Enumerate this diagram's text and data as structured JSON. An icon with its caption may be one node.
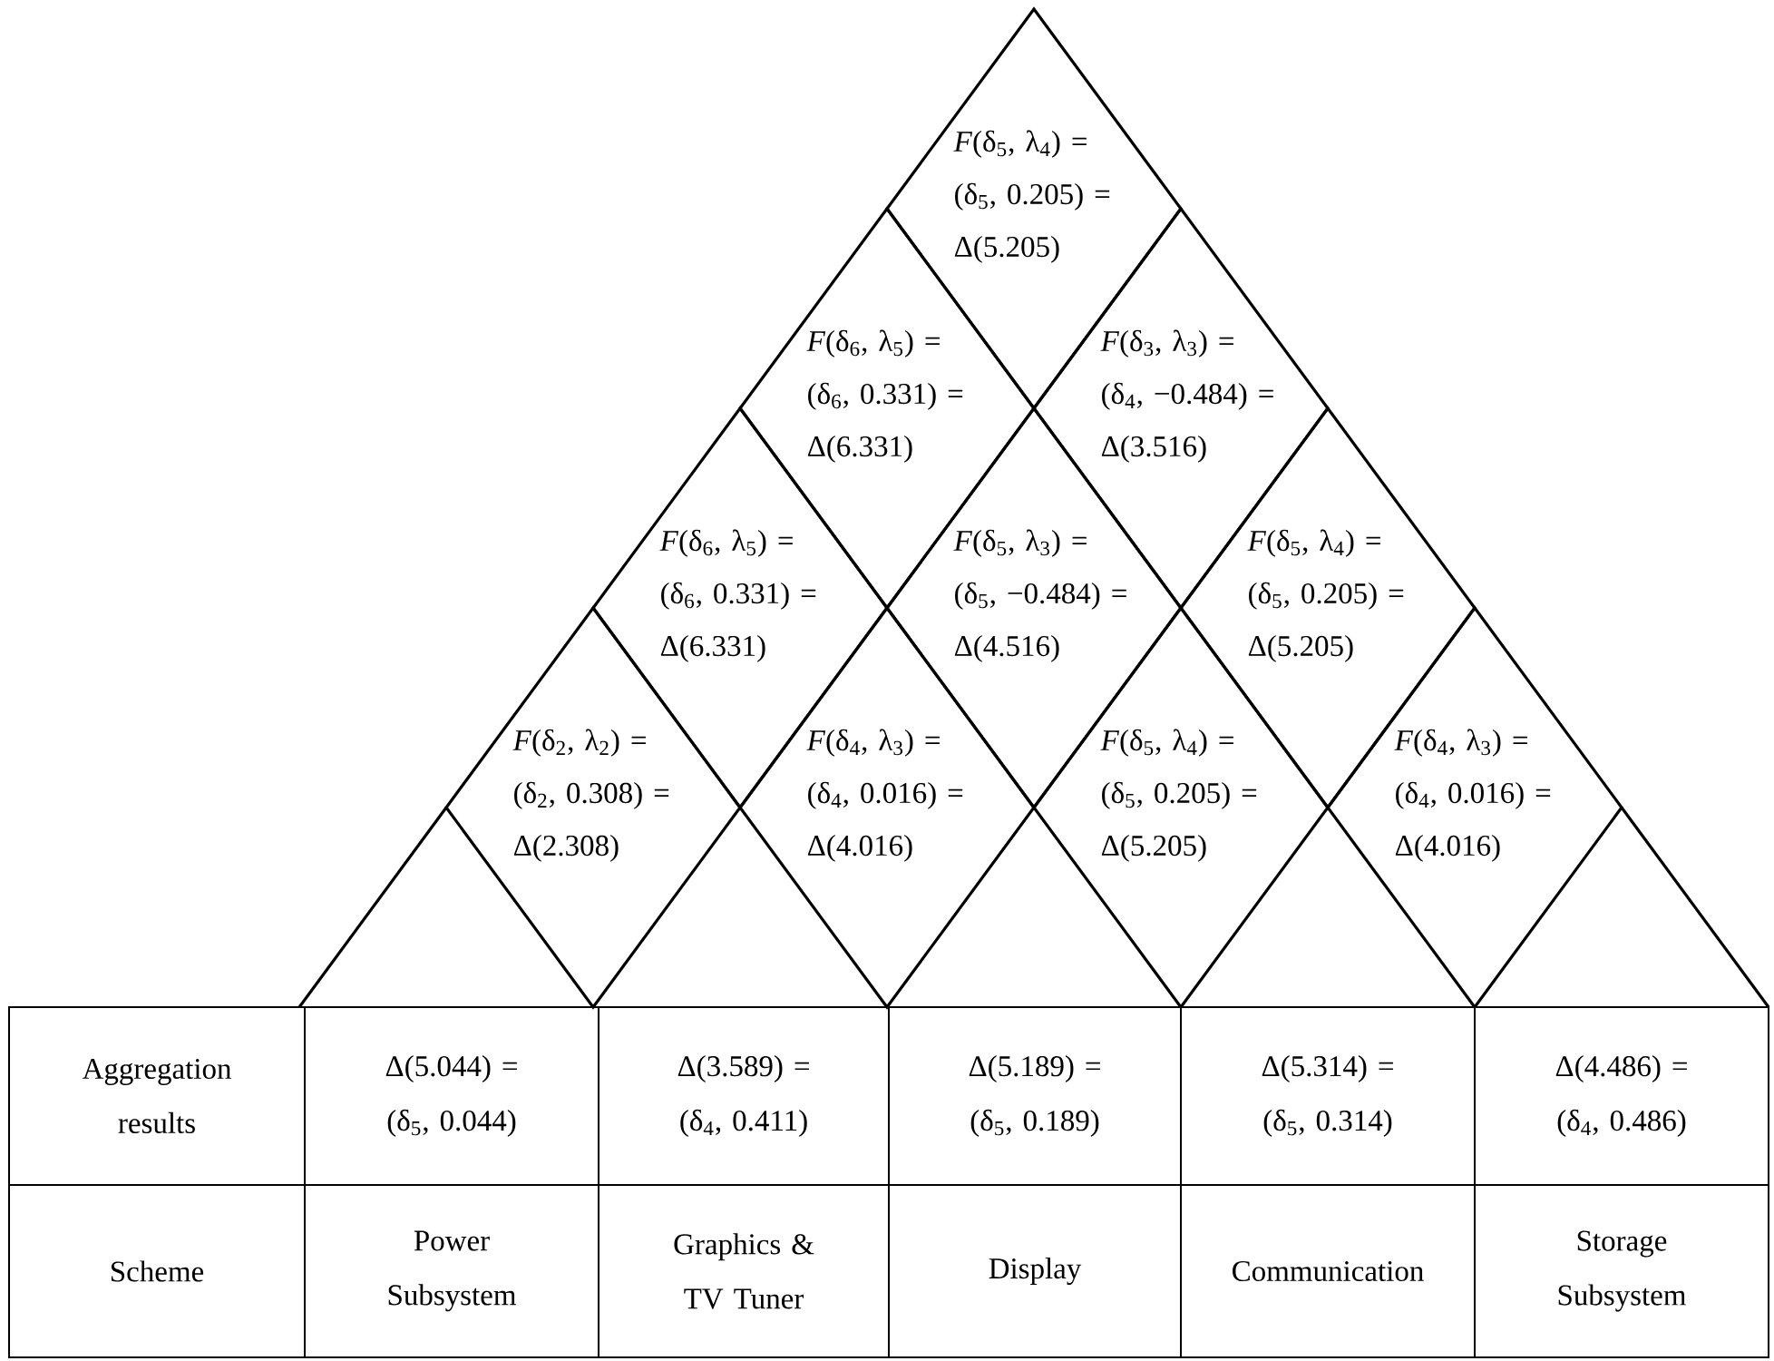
{
  "diagram": {
    "nodes": [
      {
        "text": [
          "*F*(δ$_{5}$, λ$_{4}$) = (δ$_{5}$, 0.205) = Δ(5.205)"
        ]
      },
      {
        "text": [
          "*F*(δ$_{6}$, λ$_{5}$) = (δ$_{6}$, 0.331) = Δ(6.331)"
        ]
      },
      {
        "text": [
          "*F*(δ$_{3}$, λ$_{3}$) = (δ$_{4}$, −0.484) = Δ(3.516)"
        ]
      },
      {
        "text": [
          "*F*(δ$_{6}$, λ$_{5}$) = (δ$_{6}$, 0.331) = Δ(6.331)"
        ]
      },
      {
        "text": [
          "*F*(δ$_{5}$, λ$_{3}$) = (δ$_{5}$, −0.484) = Δ(4.516)"
        ]
      },
      {
        "text": [
          "*F*(δ$_{5}$, λ$_{4}$) = (δ$_{5}$, 0.205) = Δ(5.205)"
        ]
      },
      {
        "text": [
          "*F*(δ$_{2}$, λ$_{2}$) = (δ$_{2}$, 0.308) = Δ(2.308)"
        ]
      },
      {
        "text": [
          "*F*(δ$_{4}$, λ$_{3}$) = (δ$_{4}$, 0.016) = Δ(4.016)"
        ]
      },
      {
        "text": [
          "*F*(δ$_{5}$, λ$_{4}$) = (δ$_{5}$, 0.205) = Δ(5.205)"
        ]
      },
      {
        "text": [
          "*F*(δ$_{4}$, λ$_{3}$) = (δ$_{4}$, 0.016) = Δ(4.016)"
        ]
      }
    ],
    "labels": [
      "Aggregation results",
      "Δ(5.044) = (δ$_{5}$, 0.044)",
      "Δ(3.589) = (δ$_{4}$, 0.411)",
      "Δ(5.189) = (δ$_{5}$, 0.189)",
      "Δ(5.314) = (δ$_{5}$, 0.314)",
      "Δ(4.486) = (δ$_{4}$, 0.486)",
      "Scheme",
      "Power Subsystem",
      "Graphics & TV Tuner",
      "Display",
      "Communication",
      "Storage Subsystem"
    ]
  }
}
